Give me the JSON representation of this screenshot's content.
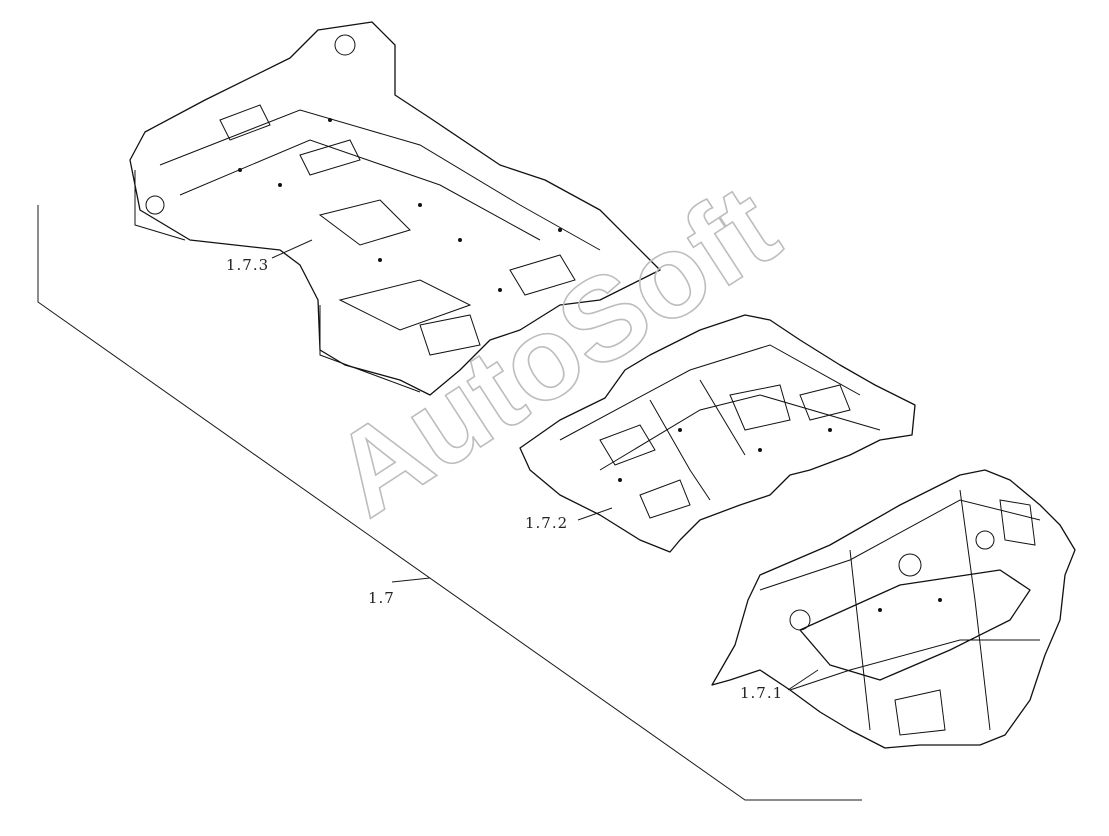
{
  "labels": {
    "group": "1.7",
    "part1": "1.7.1",
    "part2": "1.7.2",
    "part3": "1.7.3"
  },
  "watermark": "AutoSoft",
  "colors": {
    "line": "#1a1a1a",
    "watermark": "#bdbdbd",
    "background": "#ffffff"
  }
}
